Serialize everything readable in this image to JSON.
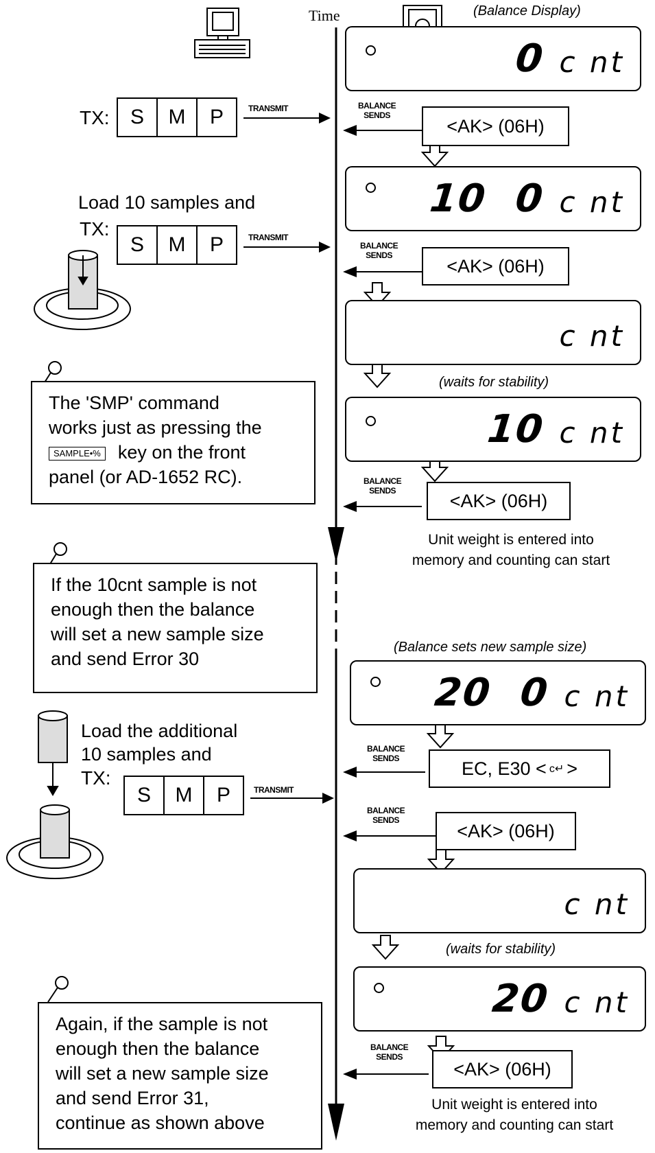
{
  "header": {
    "time_label": "Time",
    "display_label": "(Balance Display)"
  },
  "keys": {
    "tx": "TX:",
    "s": "S",
    "m": "M",
    "p": "P",
    "transmit": "TRANSMIT"
  },
  "balance_sends": [
    "BALANCE",
    "SENDS"
  ],
  "displays": [
    {
      "digits": "0",
      "unit": "c nt",
      "has_dot": true
    },
    {
      "digits": "10  0",
      "unit": "c nt",
      "has_dot": true
    },
    {
      "digits": "",
      "unit": "c nt",
      "has_dot": false
    },
    {
      "digits": "10",
      "unit": "c nt",
      "has_dot": true
    },
    {
      "digits": "20  0",
      "unit": "c nt",
      "has_dot": true
    },
    {
      "digits": "",
      "unit": "c nt",
      "has_dot": false
    },
    {
      "digits": "20",
      "unit": "c nt",
      "has_dot": true
    }
  ],
  "replies": {
    "ak": "<AK> (06H)",
    "ec_e30": "EC, E30 <",
    "ec_e30_end": ">",
    "crlf_symbol": "c↵"
  },
  "labels": {
    "load_10_line1": "Load 10 samples and",
    "load_add_line1": "Load the additional",
    "load_add_line2": "10 samples and",
    "waits": "(waits for stability)",
    "new_sample_size": "(Balance sets new sample size)",
    "unit_weight_line1": "Unit weight is entered into",
    "unit_weight_line2": "memory and counting can start"
  },
  "notes": {
    "smp_line1": "The 'SMP' command",
    "smp_line2": "works just as pressing the",
    "smp_key": "SAMPLE•%",
    "smp_line3_rest": "key on the front",
    "smp_line4": "panel (or AD-1652 RC).",
    "error30_lines": [
      "If the 10cnt sample is not",
      "enough then the balance",
      "will set a new sample size",
      "and send Error 30"
    ],
    "error31_lines": [
      "Again, if the sample is not",
      "enough then the balance",
      "will set a new sample size",
      "and send Error 31,",
      "continue as shown above"
    ]
  },
  "colors": {
    "ink": "#000000",
    "paper": "#ffffff"
  }
}
